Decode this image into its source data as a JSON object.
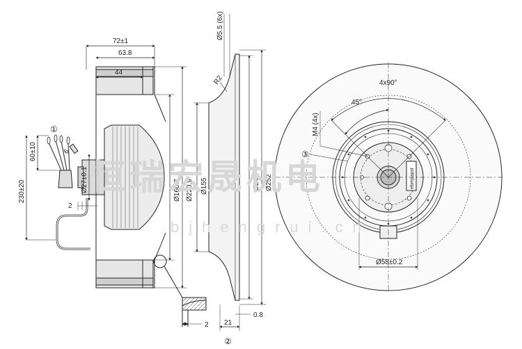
{
  "side_view": {
    "dims": {
      "d72": "72±1",
      "d63_8": "63.8",
      "d44": "44",
      "d60": "60±10",
      "d230": "230±20",
      "d27": "Ø27±0.1",
      "d6": "6",
      "d2a": "2",
      "d160": "Ø160.7",
      "d220": "Ø220.9",
      "d155": "Ø155",
      "d2b": "2"
    },
    "callout_1": "①"
  },
  "ring_view": {
    "dims": {
      "d5_5": "Ø5.5 (6x)",
      "r2": "R2",
      "d242": "Ø242",
      "d252": "Ø252",
      "d21": "21",
      "d0_8": "0.8"
    },
    "callout_2": "②"
  },
  "front_view": {
    "dims": {
      "angle4x90": "4x90°",
      "angle45": "45°",
      "m4": "M4 (4x)",
      "d58": "Ø58±0.2"
    },
    "callout_3": "③",
    "label_plate": "ebmpapst"
  },
  "watermark": {
    "cn": "恒瑞宏晟机电",
    "url": "bjhengrui.cn"
  }
}
